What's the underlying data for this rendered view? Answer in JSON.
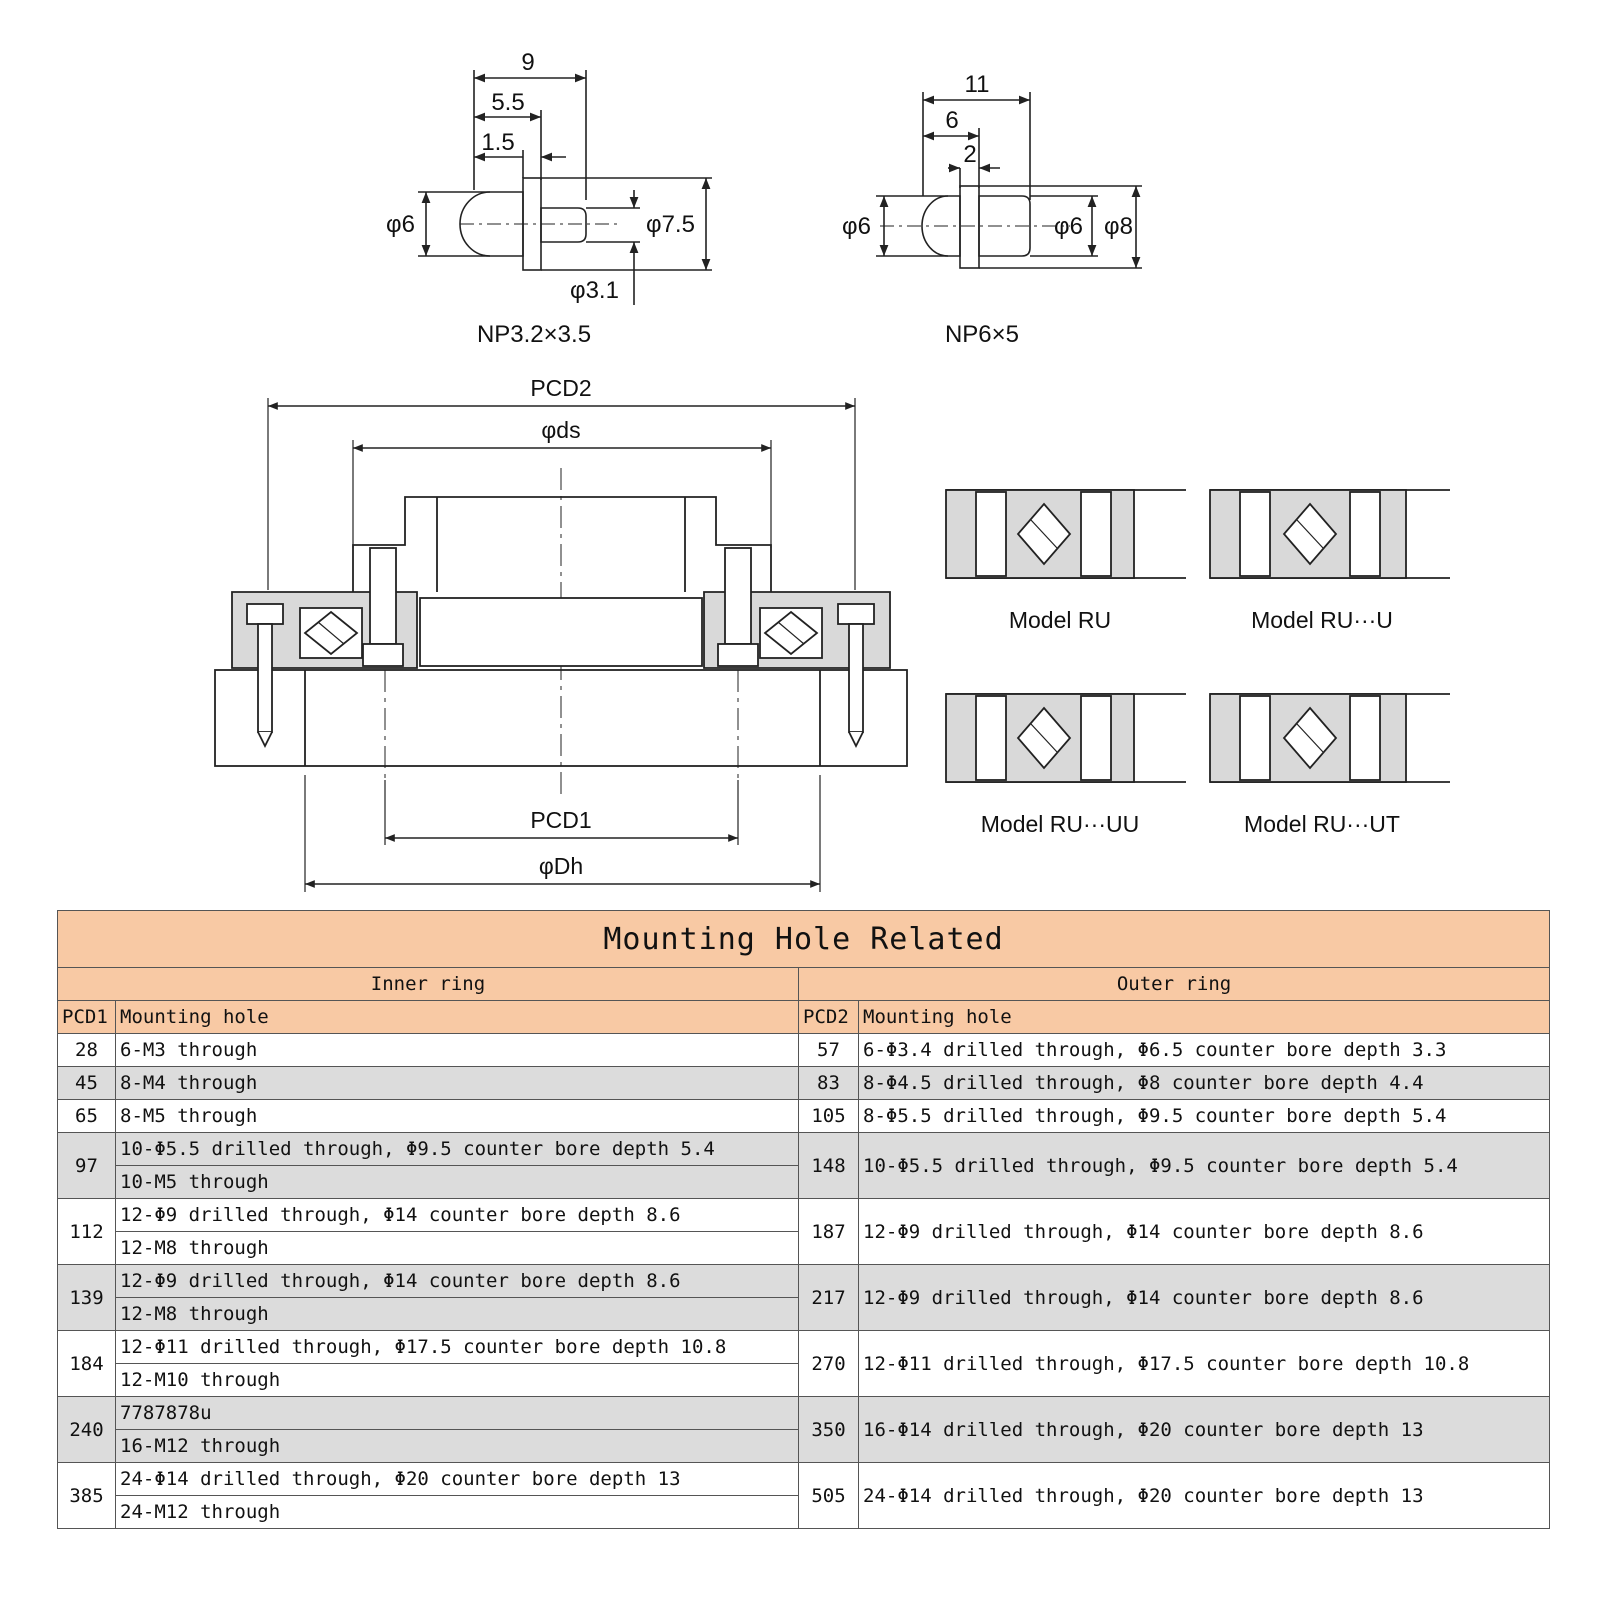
{
  "colors": {
    "header": "#f8c9a4",
    "shaded_row": "#dcdcdc",
    "line": "#222222",
    "ring_fill": "#d9d9d9"
  },
  "pins": [
    {
      "name": "NP3.2×3.5",
      "dims": [
        "9",
        "5.5",
        "1.5",
        "φ6",
        "φ7.5",
        "φ3.1"
      ]
    },
    {
      "name": "NP6×5",
      "dims": [
        "11",
        "6",
        "2",
        "φ6",
        "φ6",
        "φ8"
      ]
    }
  ],
  "section": {
    "pcd2": "PCD2",
    "ds": "φds",
    "pcd1": "PCD1",
    "dh": "φDh"
  },
  "models": [
    "Model RU",
    "Model RU···U",
    "Model RU···UU",
    "Model RU···UT"
  ],
  "table": {
    "title": "Mounting Hole Related",
    "inner_label": "Inner ring",
    "outer_label": "Outer ring",
    "pcd1_label": "PCD1",
    "pcd2_label": "PCD2",
    "hole_label": "Mounting hole",
    "rows": [
      {
        "pcd1": "28",
        "inner": [
          "6-M3 through"
        ],
        "pcd2": "57",
        "outer": "6-Φ3.4 drilled through, Φ6.5 counter bore depth 3.3"
      },
      {
        "pcd1": "45",
        "inner": [
          "8-M4 through"
        ],
        "pcd2": "83",
        "outer": "8-Φ4.5 drilled through, Φ8 counter bore depth 4.4"
      },
      {
        "pcd1": "65",
        "inner": [
          "8-M5 through"
        ],
        "pcd2": "105",
        "outer": "8-Φ5.5 drilled through, Φ9.5 counter bore depth 5.4"
      },
      {
        "pcd1": "97",
        "inner": [
          "10-Φ5.5 drilled through, Φ9.5 counter bore depth 5.4",
          "10-M5 through"
        ],
        "pcd2": "148",
        "outer": "10-Φ5.5 drilled through, Φ9.5 counter bore depth 5.4"
      },
      {
        "pcd1": "112",
        "inner": [
          "12-Φ9 drilled through, Φ14 counter bore depth 8.6",
          "12-M8 through"
        ],
        "pcd2": "187",
        "outer": "12-Φ9 drilled through, Φ14 counter bore depth 8.6"
      },
      {
        "pcd1": "139",
        "inner": [
          "12-Φ9 drilled through, Φ14 counter bore depth 8.6",
          "12-M8 through"
        ],
        "pcd2": "217",
        "outer": "12-Φ9 drilled through, Φ14 counter bore depth 8.6"
      },
      {
        "pcd1": "184",
        "inner": [
          "12-Φ11 drilled through, Φ17.5 counter bore depth 10.8",
          "12-M10 through"
        ],
        "pcd2": "270",
        "outer": "12-Φ11 drilled through, Φ17.5 counter bore depth 10.8"
      },
      {
        "pcd1": "240",
        "inner": [
          "7787878u",
          "16-M12 through"
        ],
        "pcd2": "350",
        "outer": "16-Φ14 drilled through, Φ20 counter bore depth 13"
      },
      {
        "pcd1": "385",
        "inner": [
          "24-Φ14 drilled through,  Φ20 counter bore depth 13",
          "24-M12 through"
        ],
        "pcd2": "505",
        "outer": "24-Φ14 drilled through, Φ20 counter bore depth 13"
      }
    ]
  }
}
